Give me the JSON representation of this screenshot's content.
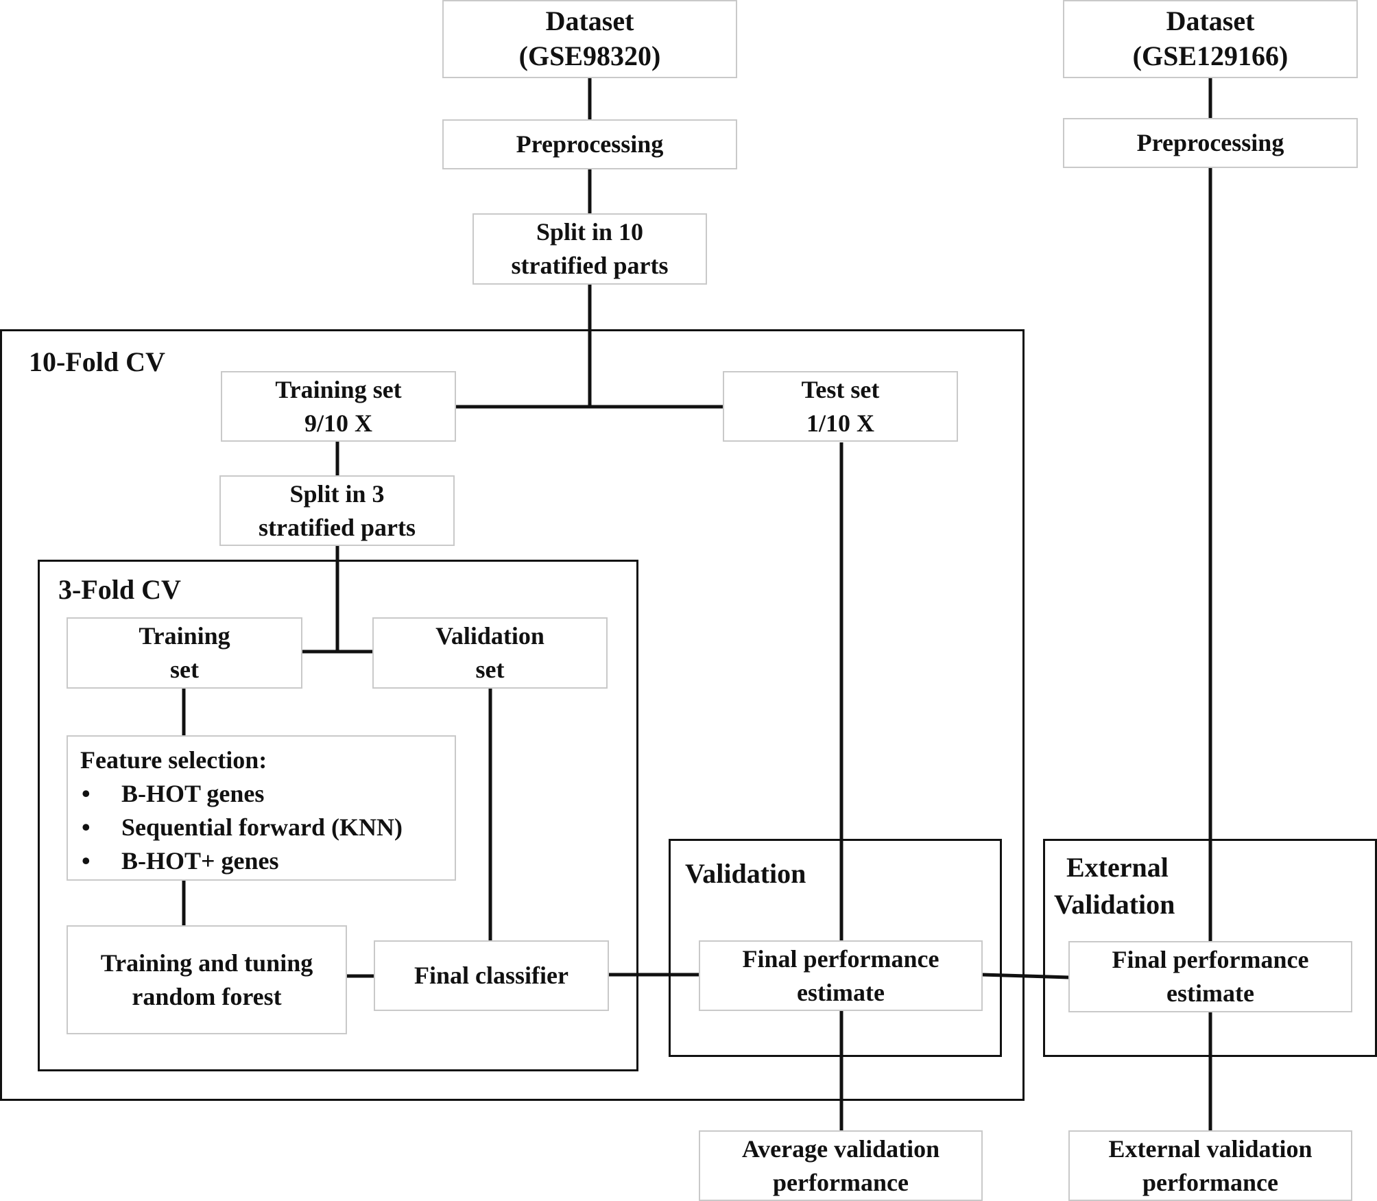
{
  "frames": {
    "outer_cv": "10-Fold CV",
    "inner_cv": "3-Fold CV",
    "validation": "Validation",
    "external_validation": [
      "External",
      "Validation"
    ]
  },
  "nodes": {
    "dataset_a": [
      "Dataset",
      "(GSE98320)"
    ],
    "preprocessing_a": [
      "Preprocessing"
    ],
    "split_10": [
      "Split in 10",
      "stratified parts"
    ],
    "training_set_outer": [
      "Training set",
      "9/10 X"
    ],
    "test_set": [
      "Test set",
      "1/10 X"
    ],
    "split_3": [
      "Split in 3",
      "stratified parts"
    ],
    "training_set_inner": [
      "Training",
      "set"
    ],
    "validation_set": [
      "Validation",
      "set"
    ],
    "feature_selection": {
      "heading": "Feature selection:",
      "bullet": "•",
      "items": [
        "B-HOT genes",
        "Sequential forward (KNN)",
        "B-HOT+ genes"
      ]
    },
    "training_tuning": [
      "Training and tuning",
      "random forest"
    ],
    "final_classifier": [
      "Final classifier"
    ],
    "final_perf_validation": [
      "Final performance",
      "estimate"
    ],
    "average_validation": [
      "Average validation",
      "performance"
    ],
    "dataset_b": [
      "Dataset",
      "(GSE129166)"
    ],
    "preprocessing_b": [
      "Preprocessing"
    ],
    "final_perf_external": [
      "Final performance",
      "estimate"
    ],
    "external_performance": [
      "External validation",
      "performance"
    ]
  },
  "colors": {
    "line": "#111111",
    "box_border": "#c9c9c9",
    "text": "#111111"
  }
}
